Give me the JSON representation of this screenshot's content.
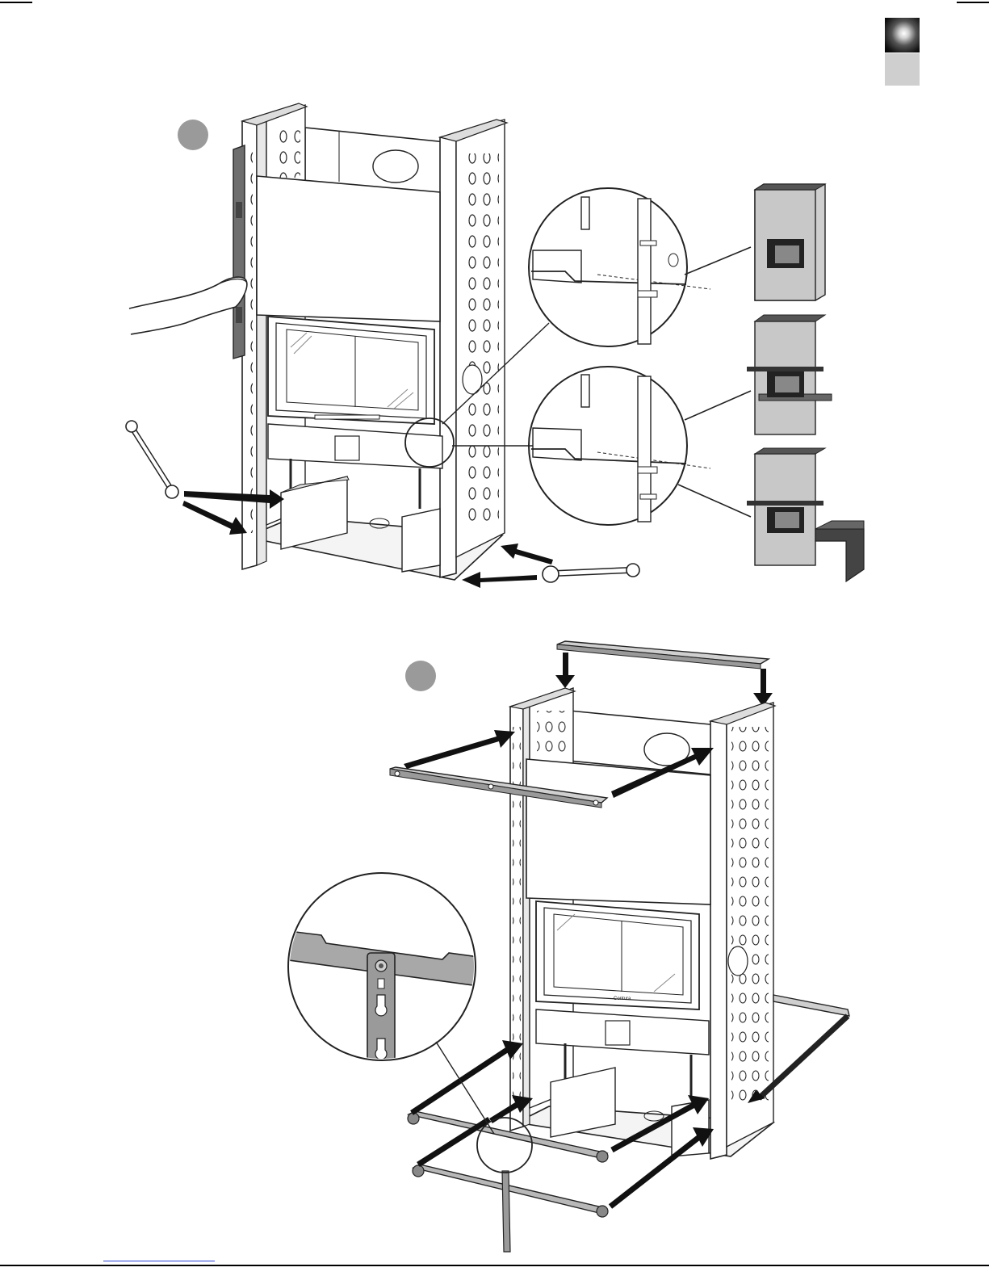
{
  "page": {
    "tabs": [
      {
        "name": "section-tab-active",
        "color": "#111111"
      },
      {
        "name": "section-tab-inactive",
        "color": "#cfcfcf"
      }
    ],
    "badge_color": "#9a9a9a"
  },
  "steps": [
    {
      "id": "step-1",
      "illustration": "fireplace-frame-leveling",
      "detail_views": [
        "bracket-detail-upper",
        "bracket-detail-lower"
      ],
      "variants": [
        "stove-variant-plain",
        "stove-variant-with-shelf",
        "stove-variant-with-bench"
      ]
    },
    {
      "id": "step-2",
      "illustration": "frame-crossbar-assembly",
      "detail_views": [
        "keyhole-slot-detail"
      ]
    }
  ],
  "insert": {
    "brand_label": "Contura"
  }
}
